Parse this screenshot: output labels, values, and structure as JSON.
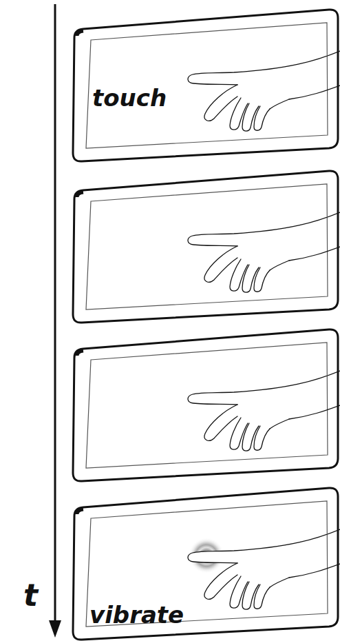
{
  "diagram": {
    "labels": [
      "touch",
      "vibrate",
      "t"
    ]
  }
}
